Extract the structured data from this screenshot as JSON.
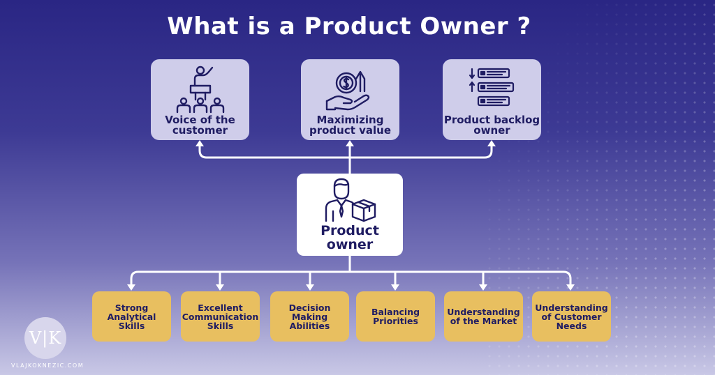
{
  "title": "What is a Product Owner ?",
  "top_cards": [
    {
      "label_line1": "Voice of the",
      "label_line2": "customer",
      "icon": "presenter-audience-icon"
    },
    {
      "label_line1": "Maximizing",
      "label_line2": "product value",
      "icon": "dollar-coin-hand-icon"
    },
    {
      "label_line1": "Product backlog",
      "label_line2": "owner",
      "icon": "backlog-list-icon"
    }
  ],
  "center": {
    "label_line1": "Product",
    "label_line2": "owner",
    "icon": "person-with-box-icon"
  },
  "skills": [
    {
      "line1": "Strong",
      "line2": "Analytical Skills",
      "line3": ""
    },
    {
      "line1": "Excellent",
      "line2": "Communication",
      "line3": "Skills"
    },
    {
      "line1": "Decision Making",
      "line2": "Abilities",
      "line3": ""
    },
    {
      "line1": "Balancing",
      "line2": "Priorities",
      "line3": ""
    },
    {
      "line1": "Understanding",
      "line2": "of the Market",
      "line3": ""
    },
    {
      "line1": "Understanding",
      "line2": "of Customer",
      "line3": "Needs"
    }
  ],
  "logo": {
    "text": "V|K"
  },
  "website": "VLAJKOKNEZIC.COM",
  "colors": {
    "background_top": "#2a2684",
    "background_bottom": "#c9c8e6",
    "top_card": "#cfcdea",
    "skill_card": "#e8bf60",
    "text_dark": "#1f1c62",
    "connector": "#ffffff"
  }
}
